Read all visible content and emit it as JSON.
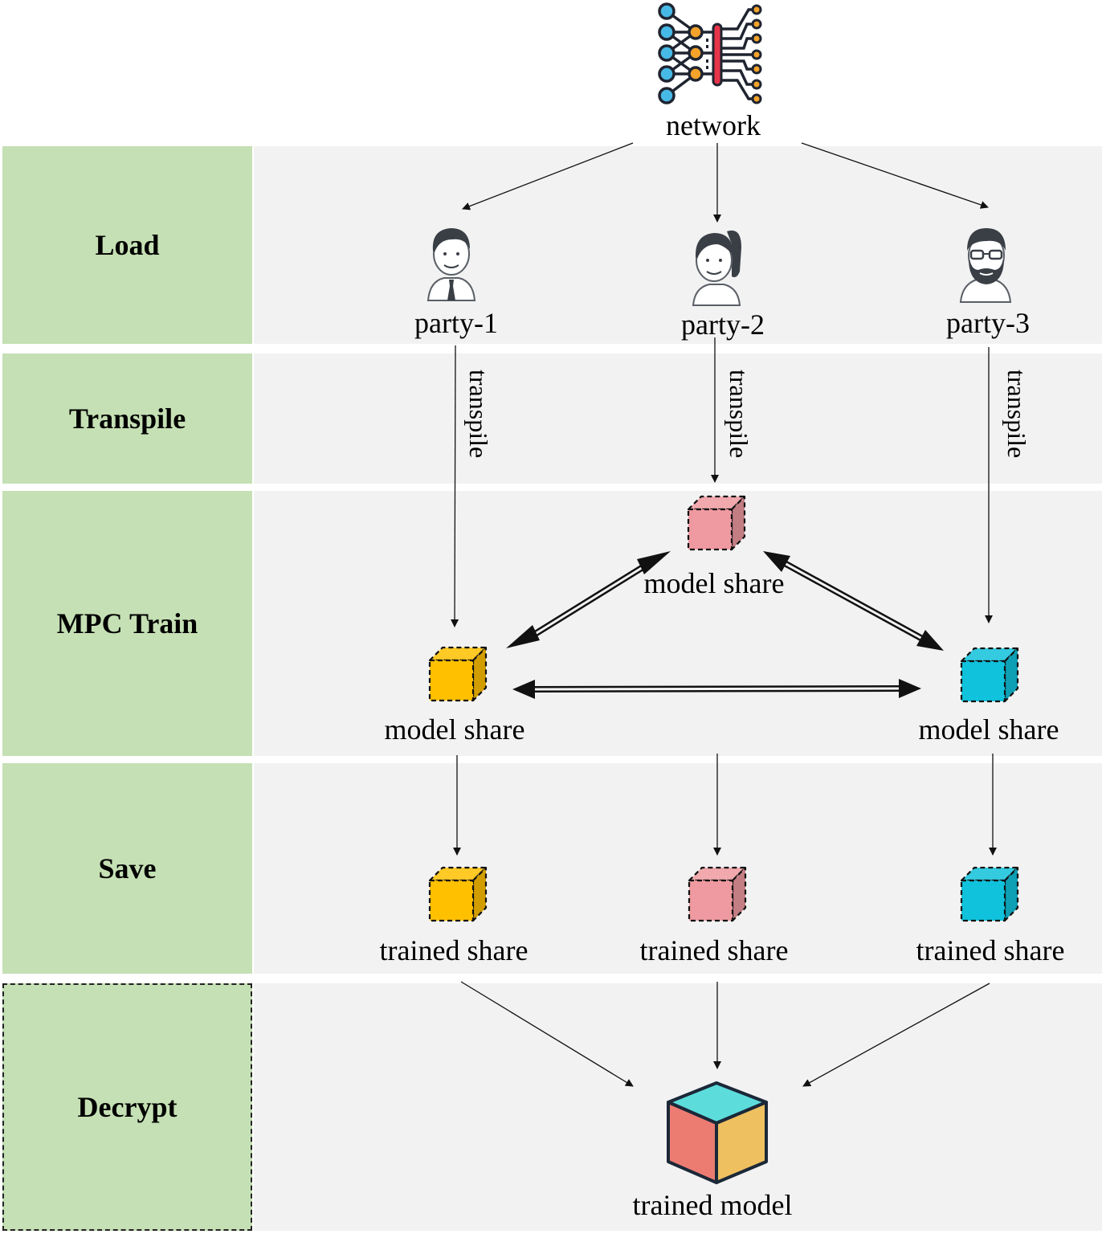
{
  "stages": [
    {
      "id": "load",
      "label": "Load"
    },
    {
      "id": "transpile",
      "label": "Transpile"
    },
    {
      "id": "mpc-train",
      "label": "MPC Train"
    },
    {
      "id": "save",
      "label": "Save"
    },
    {
      "id": "decrypt",
      "label": "Decrypt"
    }
  ],
  "network": {
    "label": "network",
    "icon": "neural-network-icon"
  },
  "parties": [
    {
      "label": "party-1",
      "icon": "man-with-tie-avatar-icon"
    },
    {
      "label": "party-2",
      "icon": "woman-with-ponytail-avatar-icon"
    },
    {
      "label": "party-3",
      "icon": "bearded-man-with-glasses-avatar-icon"
    }
  ],
  "edge_labels": {
    "transpile": "transpile"
  },
  "model_shares": [
    {
      "label": "model share",
      "color": "#ffc000"
    },
    {
      "label": "model share",
      "color": "#ee9aa0"
    },
    {
      "label": "model share",
      "color": "#10c2dc"
    }
  ],
  "trained_shares": [
    {
      "label": "trained share",
      "color": "#ffc000"
    },
    {
      "label": "trained share",
      "color": "#ee9aa0"
    },
    {
      "label": "trained share",
      "color": "#10c2dc"
    }
  ],
  "trained_model": {
    "label": "trained model",
    "colors": {
      "top": "#5ddcdc",
      "left": "#ec7c72",
      "right": "#eec060"
    }
  },
  "colors": {
    "stage_bg": "#c5e0b4",
    "lane_bg": "#f2f2f2"
  }
}
